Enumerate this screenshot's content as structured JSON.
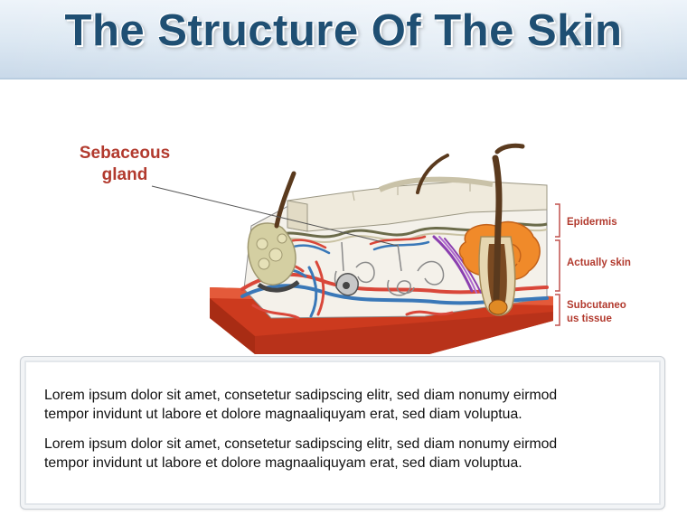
{
  "header": {
    "title": "The Structure Of The Skin"
  },
  "diagram": {
    "callout": {
      "label_line1": "Sebaceous",
      "label_line2": "gland"
    },
    "layers": [
      {
        "label": "Epidermis"
      },
      {
        "label": "Actually skin"
      },
      {
        "label_line1": "Subcutaneo",
        "label_line2": "us tissue"
      }
    ],
    "colors": {
      "label_red": "#b23a2e",
      "bracket": "#c0504d",
      "fat": "#cc3a1e",
      "epidermis": "#efeadc"
    }
  },
  "text_panel": {
    "paragraphs": [
      {
        "line1": "Lorem ipsum dolor sit amet, consetetur sadipscing elitr, sed diam nonumy eirmod",
        "line2": "tempor invidunt ut labore et dolore magnaaliquyam erat, sed diam voluptua."
      },
      {
        "line1": "Lorem ipsum dolor sit amet, consetetur sadipscing elitr, sed diam nonumy eirmod",
        "line2": "tempor invidunt ut labore et dolore magnaaliquyam erat, sed diam voluptua."
      }
    ]
  }
}
